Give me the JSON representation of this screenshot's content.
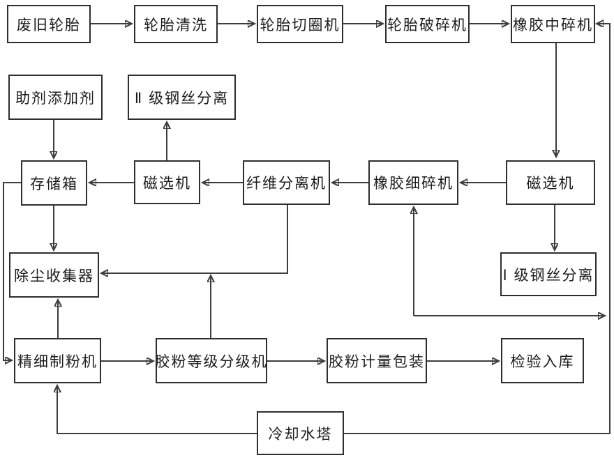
{
  "diagram": {
    "description": "Waste tire rubber powder production process flowchart",
    "line_color": "#3d3d3d",
    "box_border_color": "#2e2e2e",
    "background_color": "#ffffff",
    "nodes": [
      {
        "id": "waste-tires",
        "label": "废旧轮胎"
      },
      {
        "id": "tire-washer",
        "label": "轮胎清洗"
      },
      {
        "id": "tire-ring-cutter",
        "label": "轮胎切圈机"
      },
      {
        "id": "tire-crusher",
        "label": "轮胎破碎机"
      },
      {
        "id": "rubber-mid-crusher",
        "label": "橡胶中碎机"
      },
      {
        "id": "additive-agent",
        "label": "助剂添加剂"
      },
      {
        "id": "grade2-wire-separation",
        "label": "Ⅱ 级钢丝分离"
      },
      {
        "id": "storage-box",
        "label": "存储箱"
      },
      {
        "id": "magnetic-separator-left",
        "label": "磁选机"
      },
      {
        "id": "fiber-separator",
        "label": "纤维分离机"
      },
      {
        "id": "rubber-fine-crusher",
        "label": "橡胶细碎机"
      },
      {
        "id": "magnetic-separator-right",
        "label": "磁选机"
      },
      {
        "id": "dust-collector",
        "label": "除尘收集器"
      },
      {
        "id": "grade1-wire-separation",
        "label": "Ⅰ 级钢丝分离"
      },
      {
        "id": "fine-powder-mill",
        "label": "精细制粉机"
      },
      {
        "id": "powder-grade-classifier",
        "label": "胶粉等级分级机"
      },
      {
        "id": "powder-metering-packaging",
        "label": "胶粉计量包装"
      },
      {
        "id": "inspection-warehousing",
        "label": "检验入库"
      },
      {
        "id": "cooling-tower",
        "label": "冷却水塔"
      }
    ],
    "edges": [
      {
        "from": "waste-tires",
        "to": "tire-washer"
      },
      {
        "from": "tire-washer",
        "to": "tire-ring-cutter"
      },
      {
        "from": "tire-ring-cutter",
        "to": "tire-crusher"
      },
      {
        "from": "tire-crusher",
        "to": "rubber-mid-crusher"
      },
      {
        "from": "rubber-mid-crusher",
        "to": "magnetic-separator-right"
      },
      {
        "from": "magnetic-separator-right",
        "to": "rubber-fine-crusher"
      },
      {
        "from": "magnetic-separator-right",
        "to": "grade1-wire-separation"
      },
      {
        "from": "rubber-fine-crusher",
        "to": "fiber-separator"
      },
      {
        "from": "fiber-separator",
        "to": "magnetic-separator-left"
      },
      {
        "from": "fiber-separator",
        "to": "dust-collector"
      },
      {
        "from": "magnetic-separator-left",
        "to": "storage-box"
      },
      {
        "from": "magnetic-separator-left",
        "to": "grade2-wire-separation"
      },
      {
        "from": "additive-agent",
        "to": "storage-box"
      },
      {
        "from": "storage-box",
        "to": "dust-collector"
      },
      {
        "from": "storage-box",
        "to": "fine-powder-mill"
      },
      {
        "from": "fine-powder-mill",
        "to": "dust-collector"
      },
      {
        "from": "powder-grade-classifier",
        "to": "dust-collector"
      },
      {
        "from": "fine-powder-mill",
        "to": "powder-grade-classifier"
      },
      {
        "from": "powder-grade-classifier",
        "to": "powder-metering-packaging"
      },
      {
        "from": "powder-metering-packaging",
        "to": "inspection-warehousing"
      },
      {
        "from": "cooling-tower",
        "to": "fine-powder-mill"
      },
      {
        "from": "cooling-tower",
        "to": "rubber-mid-crusher"
      },
      {
        "from": "cooling-tower",
        "to": "rubber-fine-crusher"
      }
    ]
  }
}
